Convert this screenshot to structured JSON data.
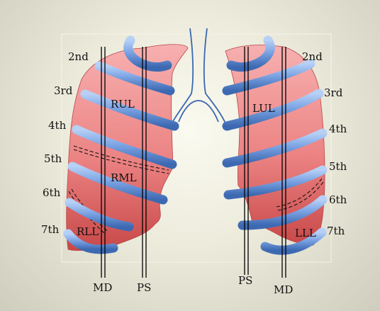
{
  "ribs_left": [
    "2nd",
    "3rd",
    "4th",
    "5th",
    "6th",
    "7th"
  ],
  "ribs_right": [
    "2nd",
    "3rd",
    "4th",
    "5th",
    "6th",
    "7th"
  ],
  "lobes": {
    "rul": "RUL",
    "rml": "RML",
    "rll": "RLL",
    "lul": "LUL",
    "lll": "LLL"
  },
  "lines": {
    "md_right": "MD",
    "ps_right": "PS",
    "ps_left": "PS",
    "md_left": "MD"
  },
  "colors": {
    "lung_light": "#f3a3a3",
    "lung_dark": "#c94444",
    "rib_light": "#9fc0ef",
    "rib_dark": "#3f6fb8",
    "airway": "#3a68b0",
    "line": "#000000"
  }
}
